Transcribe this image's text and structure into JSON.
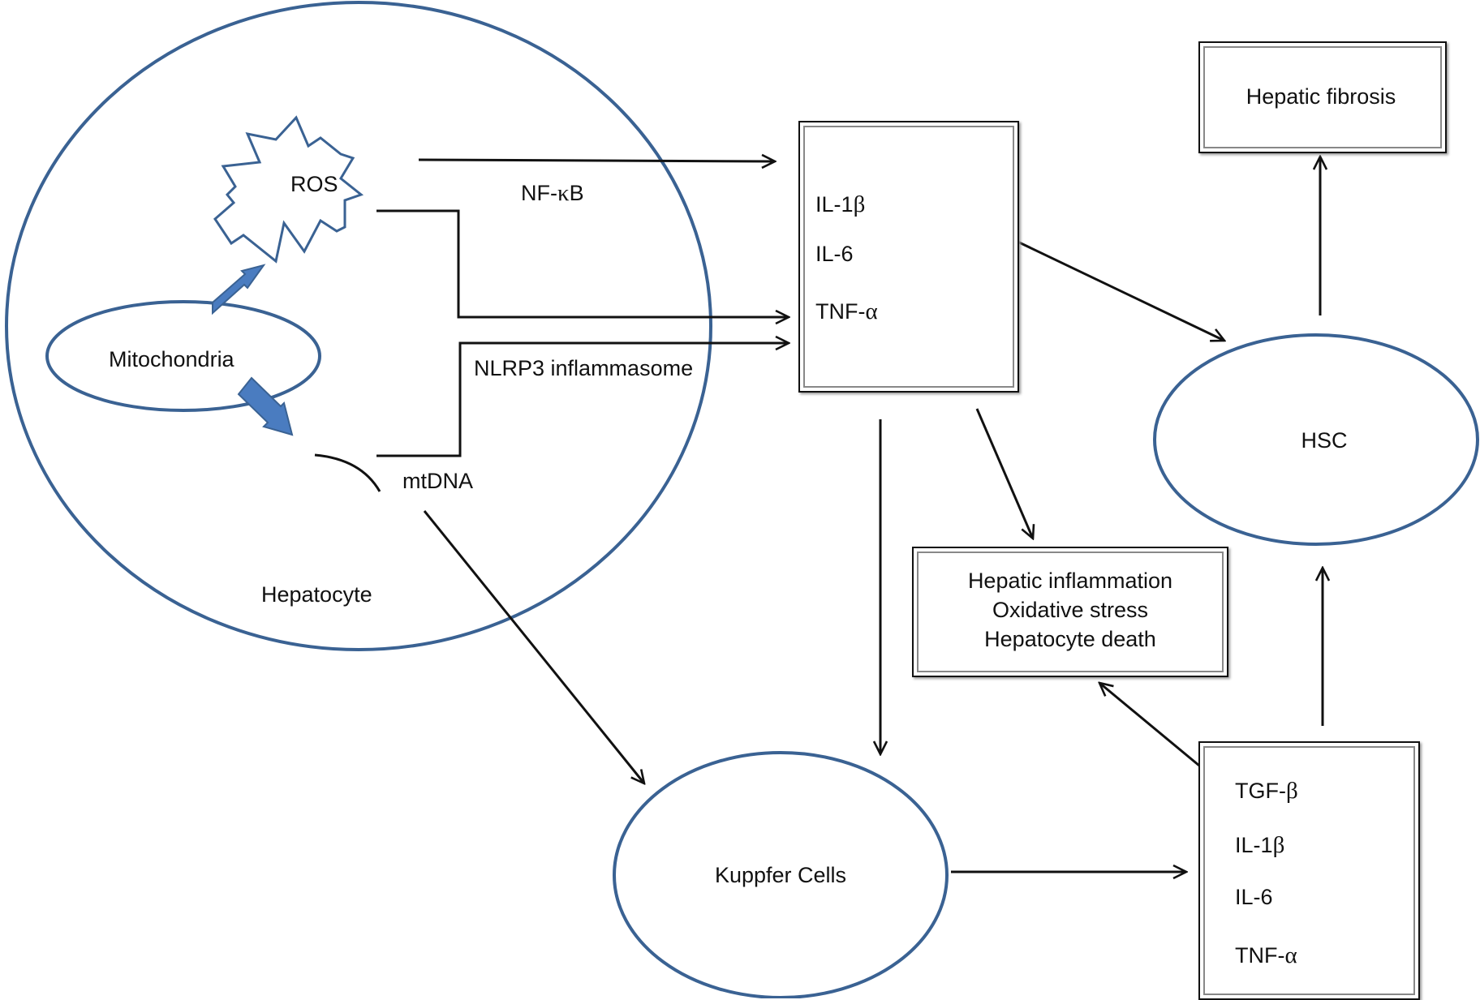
{
  "diagram": {
    "colors": {
      "cell_outline": "#3a6293",
      "block_arrow": "#4a7cc0",
      "line": "#111111"
    },
    "labels": {
      "ros": "ROS",
      "mitochondria": "Mitochondria",
      "mtdna": "mtDNA",
      "hepatocyte": "Hepatocyte",
      "nfkb": "NF-κB",
      "nlrp3": "NLRP3 inflammasome",
      "kupffer": "Kuppfer Cells",
      "hsc": "HSC",
      "hepatic_fibrosis": "Hepatic fibrosis"
    },
    "cytokines_top": [
      "IL-1β",
      "IL-6",
      "TNF-α"
    ],
    "cytokines_bottom": [
      "TGF-β",
      "IL-1β",
      "IL-6",
      "TNF-α"
    ],
    "outcomes": [
      "Hepatic inflammation",
      "Oxidative stress",
      "Hepatocyte death"
    ],
    "icons": [
      "starburst-icon",
      "block-arrow-icon"
    ]
  }
}
